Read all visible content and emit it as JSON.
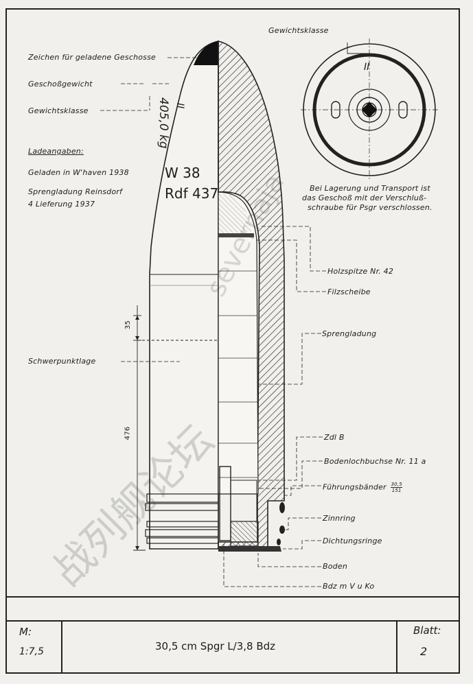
{
  "drawing": {
    "left_labels": {
      "marking": "Zeichen für geladene Geschosse",
      "weight": "Geschoßgewicht",
      "weight_class": "Gewichtsklasse",
      "loading_header": "Ladeangaben:",
      "loaded": "Geladen in W'haven 1938",
      "charge_line1": "Sprengladung Reinsdorf",
      "charge_line2": "4 Lieferung 1937",
      "cg": "Schwerpunktlage"
    },
    "body_markings": {
      "weight_value": "405,0 kg",
      "class_value": "II",
      "station": "W 38",
      "lot": "Rdf 437"
    },
    "dimensions": {
      "upper": "35",
      "lower": "476"
    },
    "right_labels": {
      "weight_class": "Gewichtsklasse",
      "circle_class": "II",
      "note_line1": "Bei Lagerung und Transport ist",
      "note_line2": "das Geschoß mit der Verschluß-",
      "note_line3": "schraube für Psgr verschlossen.",
      "wood_tip": "Holzspitze Nr. 42",
      "felt_disc": "Filzscheibe",
      "charge": "Sprengladung",
      "zdl": "Zdl B",
      "base_bush": "Bodenlochbuchse Nr. 11 a",
      "bands": "Führungsbänder",
      "bands_num": "30,5",
      "bands_den": "151",
      "tin_ring": "Zinnring",
      "seal_rings": "Dichtungsringe",
      "base": "Boden",
      "fuze": "Bdz m V u Ko"
    }
  },
  "title_block": {
    "scale_label": "M:",
    "scale_value": "1:7,5",
    "title": "30,5 cm Spgr L/3,8 Bdz",
    "sheet_label": "Blatt:",
    "sheet_value": "2"
  },
  "watermark": {
    "cn": "战列舰论坛",
    "en": "severnaja"
  }
}
